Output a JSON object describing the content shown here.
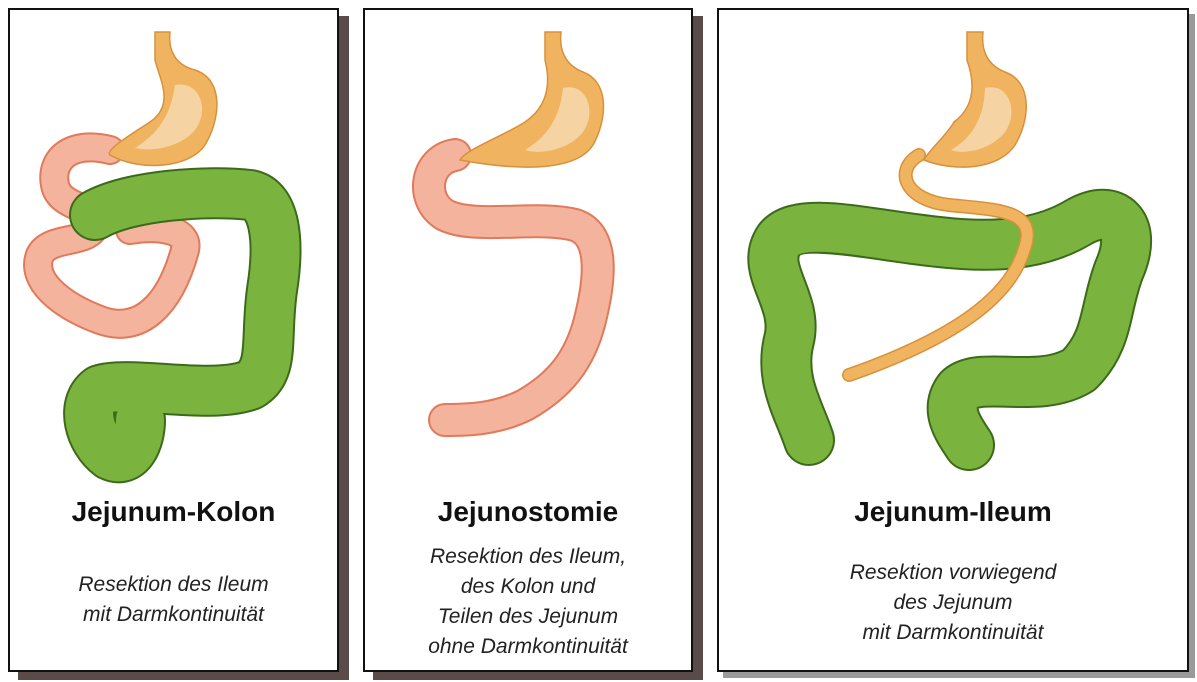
{
  "panels": [
    {
      "title": "Jejunum-Kolon",
      "description_lines": [
        "Resektion des Ileum",
        "mit Darmkontinuität"
      ]
    },
    {
      "title": "Jejunostomie",
      "description_lines": [
        "Resektion des Ileum,",
        "des Kolon und",
        "Teilen des Jejunum",
        "ohne Darmkontinuität"
      ]
    },
    {
      "title": "Jejunum-Ileum",
      "description_lines": [
        "Resektion vorwiegend",
        "des Jejunum",
        "mit Darmkontinuität"
      ]
    }
  ],
  "colors": {
    "stomach": "#f0b461",
    "stomach_inner": "#f6d3a3",
    "small_intestine": "#f4b39c",
    "small_intestine_edge": "#e07a5a",
    "colon": "#7ab33e",
    "colon_edge": "#3d6a1a",
    "jejunum_tube": "#f0b461"
  }
}
